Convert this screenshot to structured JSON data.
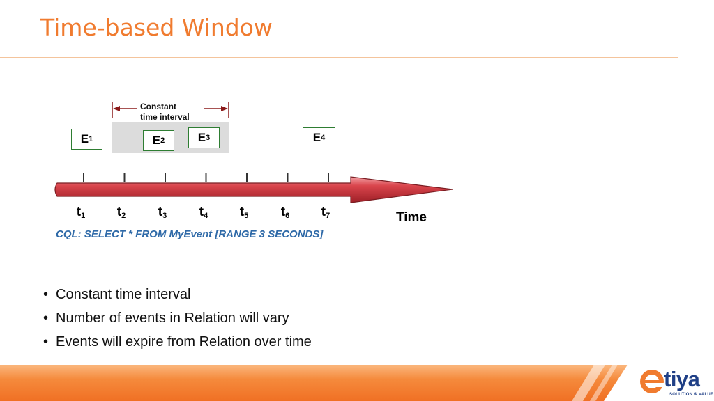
{
  "slide": {
    "title": "Time-based Window"
  },
  "diagram": {
    "window_label": [
      "Constant",
      "time interval"
    ],
    "events": [
      {
        "letter": "E",
        "sub": "1"
      },
      {
        "letter": "E",
        "sub": "2"
      },
      {
        "letter": "E",
        "sub": "3"
      },
      {
        "letter": "E",
        "sub": "4"
      }
    ],
    "ticks": [
      {
        "letter": "t",
        "sub": "1"
      },
      {
        "letter": "t",
        "sub": "2"
      },
      {
        "letter": "t",
        "sub": "3"
      },
      {
        "letter": "t",
        "sub": "4"
      },
      {
        "letter": "t",
        "sub": "5"
      },
      {
        "letter": "t",
        "sub": "6"
      },
      {
        "letter": "t",
        "sub": "7"
      }
    ],
    "axis_label": "Time",
    "query": "CQL: SELECT * FROM MyEvent [RANGE 3 SECONDS]"
  },
  "bullets": [
    "Constant time interval",
    "Number of events in Relation will vary",
    "Events will expire from Relation over time"
  ],
  "logo": {
    "sub_text": "SOLUTION & VALUE"
  },
  "colors": {
    "accent": "#f07b2f",
    "arrow": "#c8323c",
    "event_border": "#2e7d32",
    "query_text": "#2f6aa8",
    "brand": "#1f3f86"
  }
}
